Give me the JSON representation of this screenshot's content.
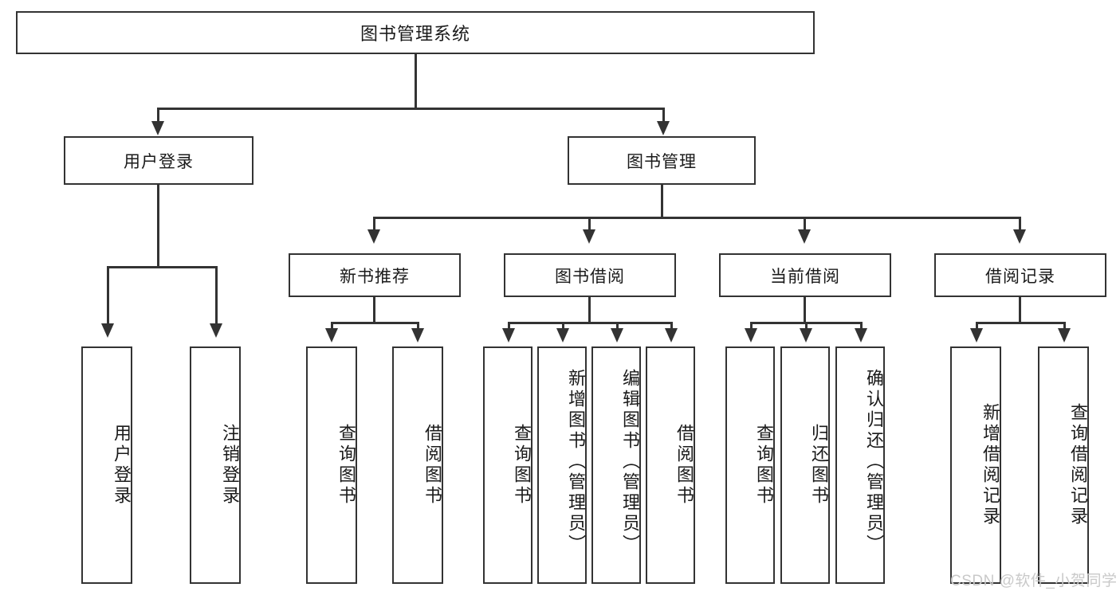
{
  "diagram": {
    "type": "tree",
    "title": "图书管理系统",
    "root": {
      "label": "图书管理系统"
    },
    "level1": [
      {
        "label": "用户登录"
      },
      {
        "label": "图书管理"
      }
    ],
    "level2": [
      {
        "label": "新书推荐"
      },
      {
        "label": "图书借阅"
      },
      {
        "label": "当前借阅"
      },
      {
        "label": "借阅记录"
      }
    ],
    "leaves": {
      "user_login": [
        {
          "label": "用户登录"
        },
        {
          "label": "注销登录"
        }
      ],
      "new_book_recommend": [
        {
          "label": "查询图书"
        },
        {
          "label": "借阅图书"
        }
      ],
      "book_borrow": [
        {
          "label": "查询图书"
        },
        {
          "label": "新增图书（管理员）"
        },
        {
          "label": "编辑图书（管理员）"
        },
        {
          "label": "借阅图书"
        }
      ],
      "current_borrow": [
        {
          "label": "查询图书"
        },
        {
          "label": "归还图书"
        },
        {
          "label": "确认归还（管理员）"
        }
      ],
      "borrow_record": [
        {
          "label": "新增借阅记录"
        },
        {
          "label": "查询借阅记录"
        }
      ]
    }
  },
  "watermark": {
    "text": "CSDN @软件_小贺同学"
  },
  "colors": {
    "stroke": "#333333",
    "background": "#ffffff",
    "text": "#1a1a1a",
    "watermark": "#c9c9c9"
  }
}
